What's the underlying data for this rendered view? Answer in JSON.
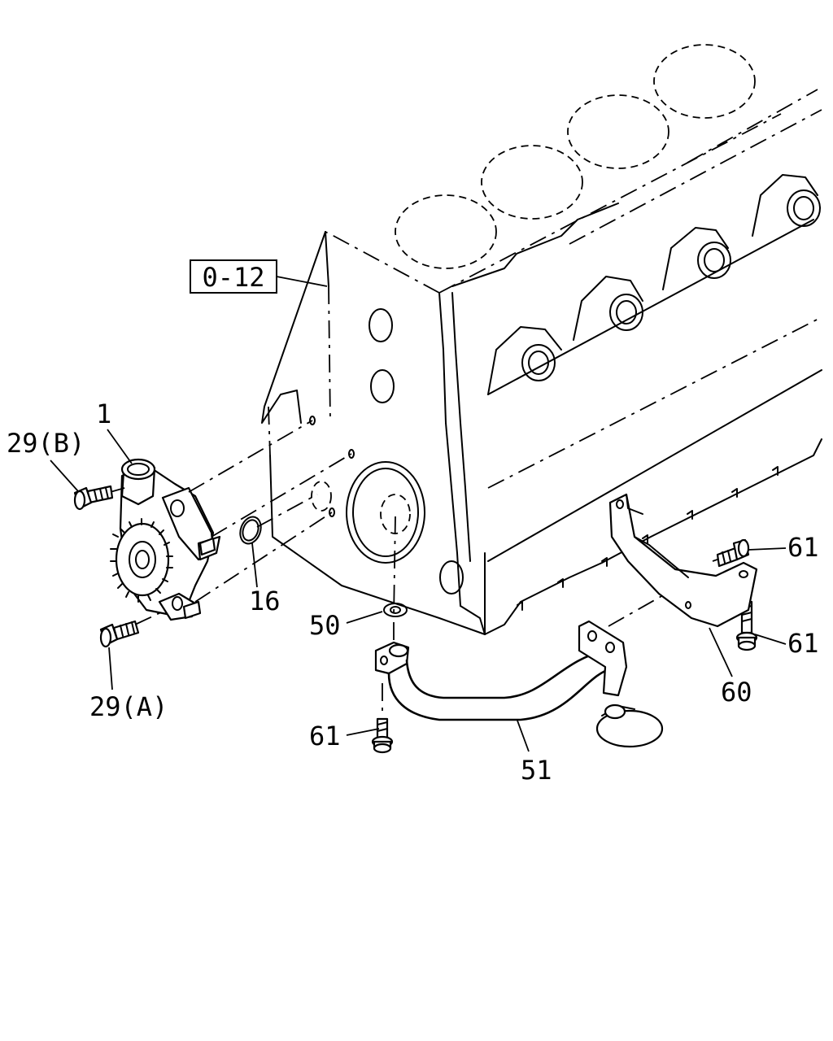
{
  "reference_box": {
    "label": "0-12"
  },
  "callouts": {
    "c1": "1",
    "c29b": "29(B)",
    "c29a": "29(A)",
    "c16": "16",
    "c50": "50",
    "c51": "51",
    "c60": "60",
    "c61a": "61",
    "c61b": "61",
    "c61c": "61"
  }
}
